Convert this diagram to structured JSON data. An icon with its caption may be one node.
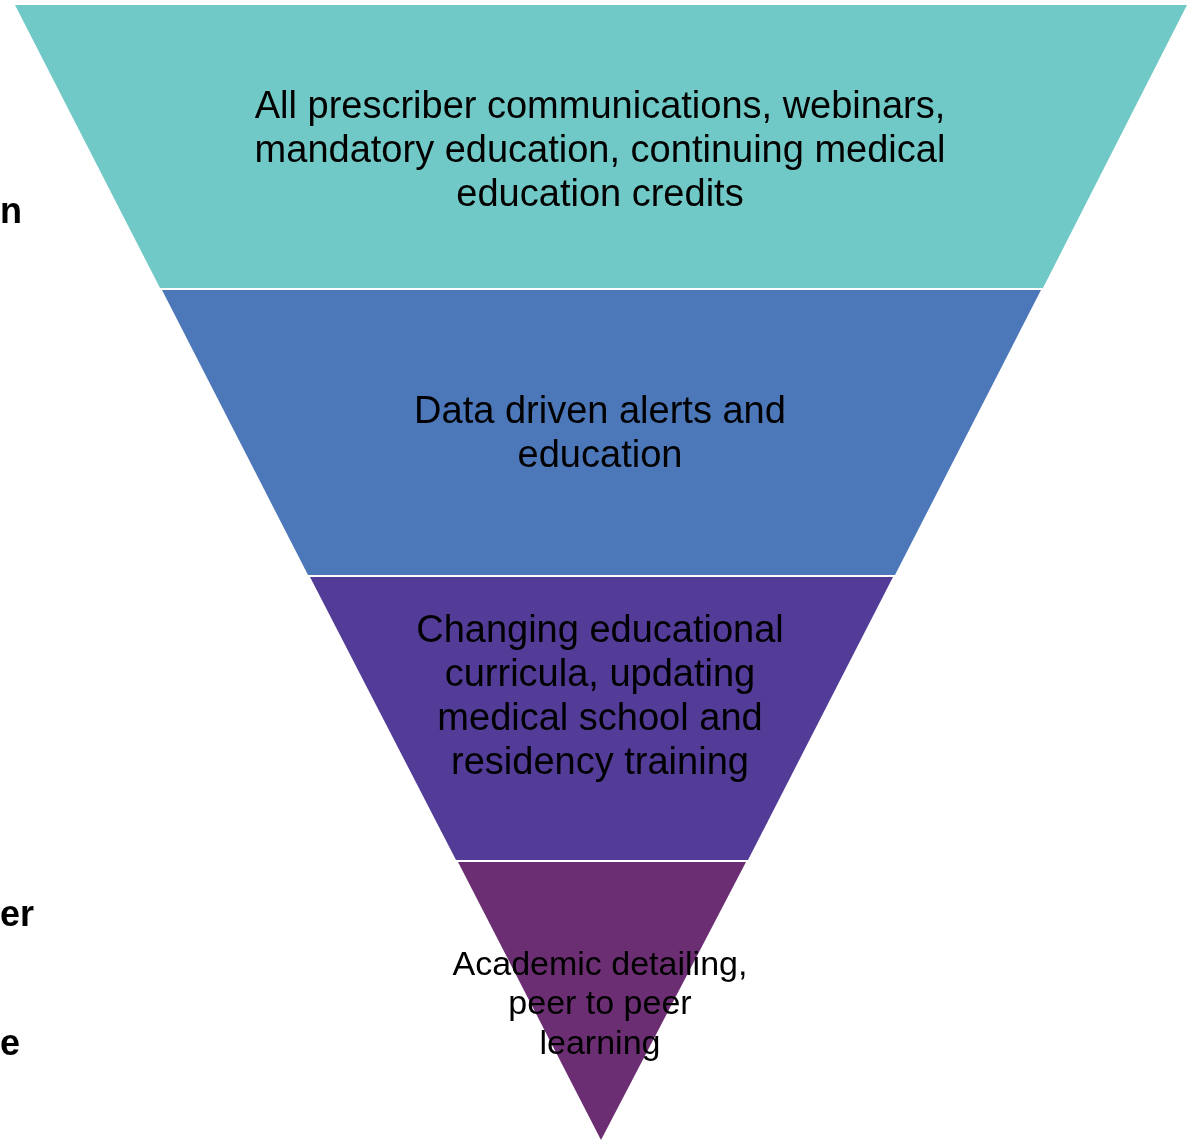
{
  "diagram": {
    "nodes": [
      {
        "text": [
          "All prescriber communications, webinars, mandatory education, continuing  medical education credits"
        ]
      },
      {
        "text": [
          "Data driven alerts and education"
        ]
      },
      {
        "text": [
          "Changing educational curricula, updating medical school and residency training"
        ]
      },
      {
        "text": [
          "Academic detailing, peer to peer learning"
        ]
      }
    ],
    "labels": [
      "n",
      "er",
      "e"
    ]
  }
}
